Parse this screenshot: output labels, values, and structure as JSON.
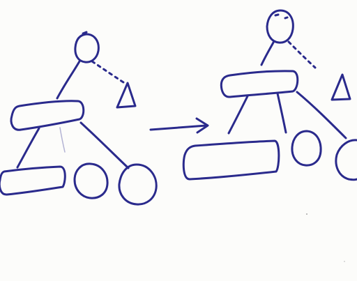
{
  "diagram": {
    "kind": "hand-drawn tree rotation sketch",
    "ink_color": "#2a2a8c",
    "paper_color": "#fcfcfa",
    "before": {
      "nodes": [
        {
          "id": "parent",
          "shape": "circle"
        },
        {
          "id": "sibling-subtree",
          "shape": "triangle"
        },
        {
          "id": "pivot",
          "shape": "rounded-rect"
        },
        {
          "id": "left-subtree",
          "shape": "rounded-rect"
        },
        {
          "id": "middle-child",
          "shape": "circle"
        },
        {
          "id": "right-child",
          "shape": "circle"
        }
      ]
    },
    "transition": {
      "symbol": "arrow-right"
    },
    "after": {
      "nodes": [
        {
          "id": "parent",
          "shape": "circle"
        },
        {
          "id": "sibling-subtree",
          "shape": "triangle"
        },
        {
          "id": "pivot",
          "shape": "rounded-rect"
        },
        {
          "id": "left-subtree",
          "shape": "rounded-rect"
        },
        {
          "id": "middle-child",
          "shape": "circle"
        },
        {
          "id": "right-child",
          "shape": "circle"
        }
      ]
    }
  }
}
